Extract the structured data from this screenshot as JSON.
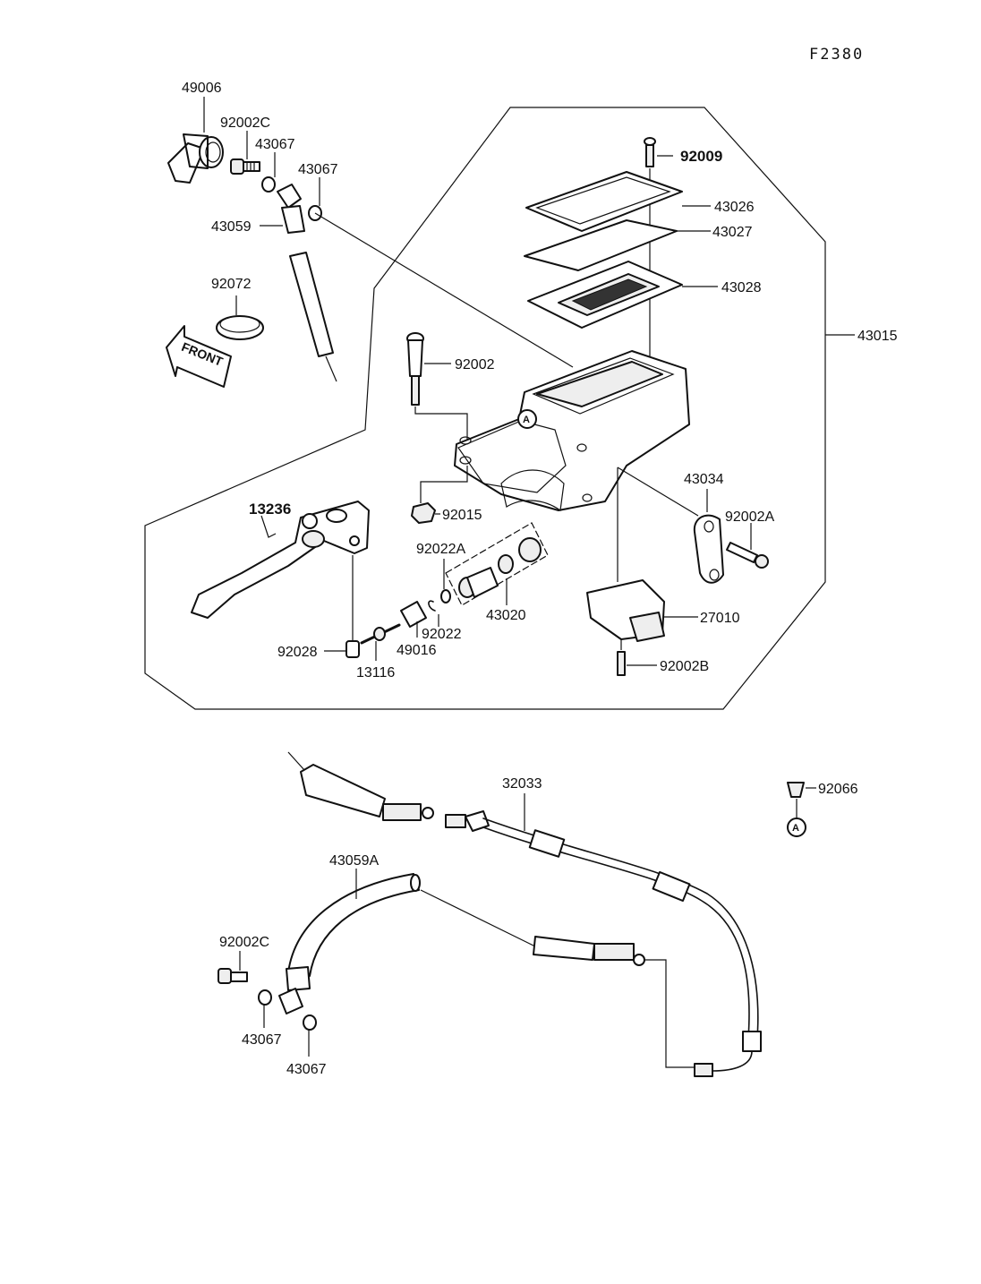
{
  "diagram": {
    "figure_code": "F2380",
    "front_arrow_label": "FRONT",
    "reference_marker": "A",
    "labels": {
      "p49006": "49006",
      "p92002C_top": "92002C",
      "p43067_top1": "43067",
      "p43067_top2": "43067",
      "p43059": "43059",
      "p92072": "92072",
      "p92009": "92009",
      "p43026": "43026",
      "p43027": "43027",
      "p43028": "43028",
      "p43015": "43015",
      "p92002": "92002",
      "p92015": "92015",
      "p13236": "13236",
      "p92022A": "92022A",
      "p43020": "43020",
      "p92022": "92022",
      "p49016": "49016",
      "p92028": "92028",
      "p13116": "13116",
      "p43034": "43034",
      "p92002A": "92002A",
      "p27010": "27010",
      "p92002B": "92002B",
      "p32033": "32033",
      "p92066": "92066",
      "p43059A": "43059A",
      "p92002C_bottom": "92002C",
      "p43067_bot1": "43067",
      "p43067_bot2": "43067"
    }
  }
}
